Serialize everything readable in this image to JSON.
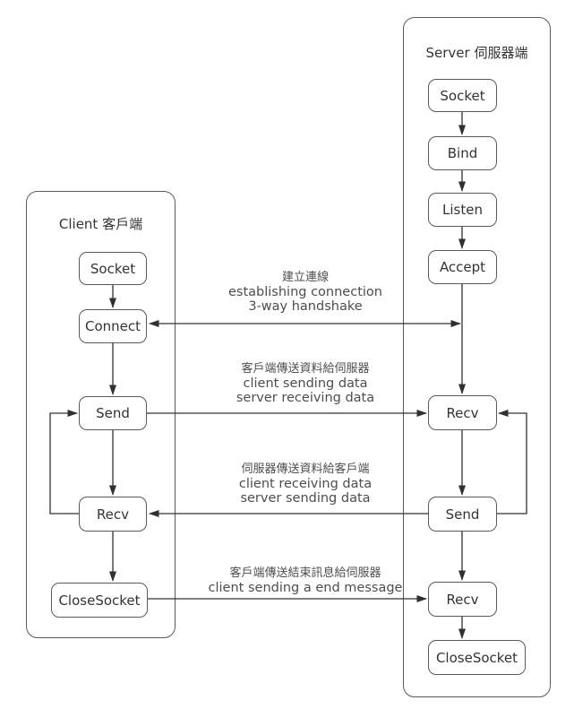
{
  "colors": {
    "line": "#303030",
    "border": "#5a5a5a",
    "text": "#333333",
    "annotation": "#4d4d4d",
    "bg": "#ffffff"
  },
  "client": {
    "title": "Client 客戶端",
    "nodes": [
      {
        "label": "Socket"
      },
      {
        "label": "Connect"
      },
      {
        "label": "Send"
      },
      {
        "label": "Recv"
      },
      {
        "label": "CloseSocket"
      }
    ]
  },
  "server": {
    "title": "Server 伺服器端",
    "nodes": [
      {
        "label": "Socket"
      },
      {
        "label": "Bind"
      },
      {
        "label": "Listen"
      },
      {
        "label": "Accept"
      },
      {
        "label": "Recv"
      },
      {
        "label": "Send"
      },
      {
        "label": "Recv"
      },
      {
        "label": "CloseSocket"
      }
    ]
  },
  "annotations": [
    {
      "lines": [
        "建立連線",
        "establishing connection",
        "3-way handshake"
      ]
    },
    {
      "lines": [
        "客戶端傳送資料給伺服器",
        "client sending data",
        "server receiving data"
      ]
    },
    {
      "lines": [
        "伺服器傳送資料給客戶端",
        "client receiving data",
        "server sending data"
      ]
    },
    {
      "lines": [
        "客戶端傳送結束訊息給伺服器",
        "client sending a end message"
      ]
    }
  ]
}
